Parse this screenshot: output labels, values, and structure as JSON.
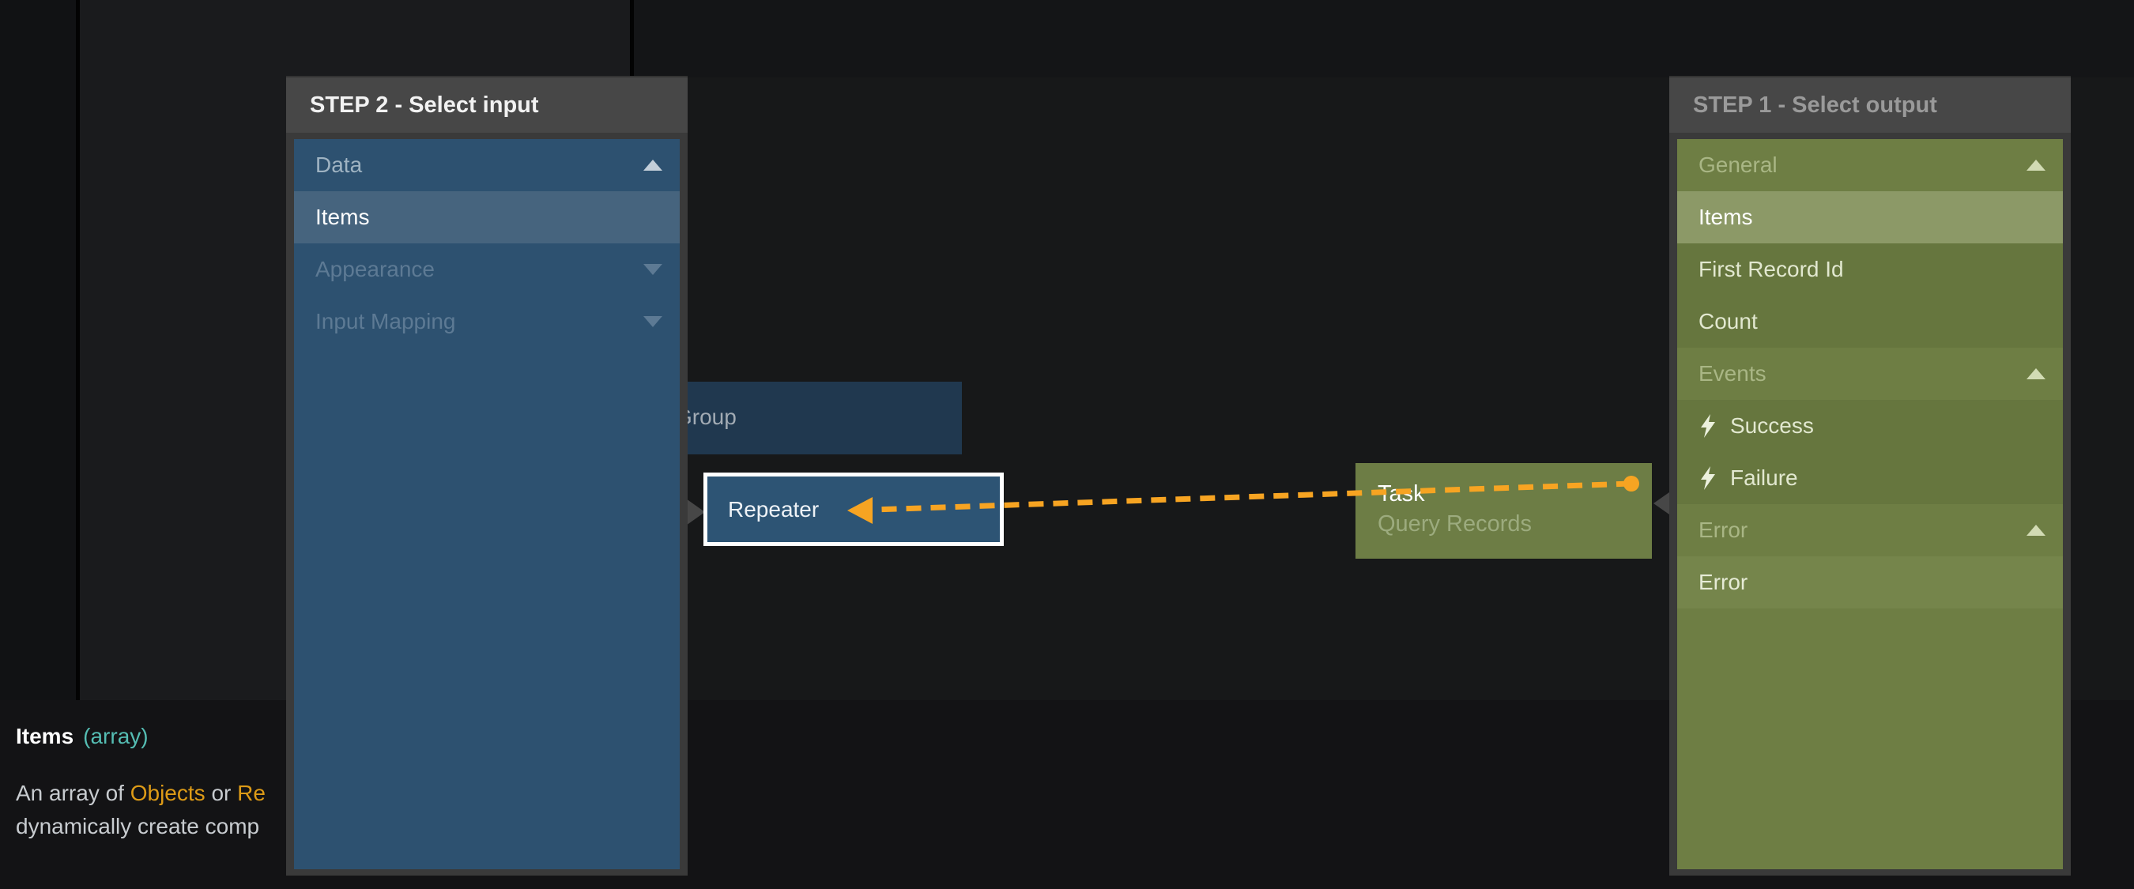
{
  "canvas": {
    "group_label": "Group",
    "repeater_label": "Repeater",
    "task_title": "Task",
    "task_subtitle": "Query Records"
  },
  "panels": {
    "step2": {
      "title": "STEP 2 - Select input",
      "rows": [
        {
          "label": "Data",
          "kind": "section-header",
          "state": "expanded",
          "icon": "chevron-up-icon"
        },
        {
          "label": "Items",
          "kind": "item",
          "selected": true
        },
        {
          "label": "Appearance",
          "kind": "section-header",
          "state": "collapsed",
          "icon": "chevron-down-icon"
        },
        {
          "label": "Input Mapping",
          "kind": "section-header",
          "state": "collapsed",
          "icon": "chevron-down-icon"
        }
      ]
    },
    "step1": {
      "title": "STEP 1 - Select output",
      "rows": [
        {
          "label": "General",
          "kind": "section-header",
          "state": "expanded",
          "icon": "chevron-up-icon"
        },
        {
          "label": "Items",
          "kind": "item",
          "selected": true
        },
        {
          "label": "First Record Id",
          "kind": "item"
        },
        {
          "label": "Count",
          "kind": "item"
        },
        {
          "label": "Events",
          "kind": "section-header",
          "state": "expanded",
          "icon": "chevron-up-icon"
        },
        {
          "label": "Success",
          "kind": "item",
          "icon": "lightning-icon"
        },
        {
          "label": "Failure",
          "kind": "item",
          "icon": "lightning-icon"
        },
        {
          "label": "Error",
          "kind": "section-header",
          "state": "expanded",
          "icon": "chevron-up-icon"
        },
        {
          "label": "Error",
          "kind": "item",
          "highlighted": true
        }
      ]
    }
  },
  "tooltip": {
    "title": "Items",
    "type_label": "(array)",
    "desc1_part1": "An array of ",
    "desc1_link1": "Objects",
    "desc1_part2": " or ",
    "desc1_link2": "Re",
    "desc2": "dynamically create comp"
  },
  "colors": {
    "connector_orange": "#f7a422",
    "type_teal": "#55bdb3",
    "link_orange": "#dd9b17",
    "panel_blue": "#2d5170",
    "panel_blue_selected": "#46647e",
    "panel_green": "#6e7e44",
    "panel_green_item": "#66763e",
    "panel_green_selected": "#8c9967",
    "panel_green_highlight": "#75854b",
    "node_group_blue": "#20384f",
    "node_repeater_blue": "#2d5474",
    "node_task_green": "#6d7d45",
    "panel_header_gray": "#474747"
  }
}
